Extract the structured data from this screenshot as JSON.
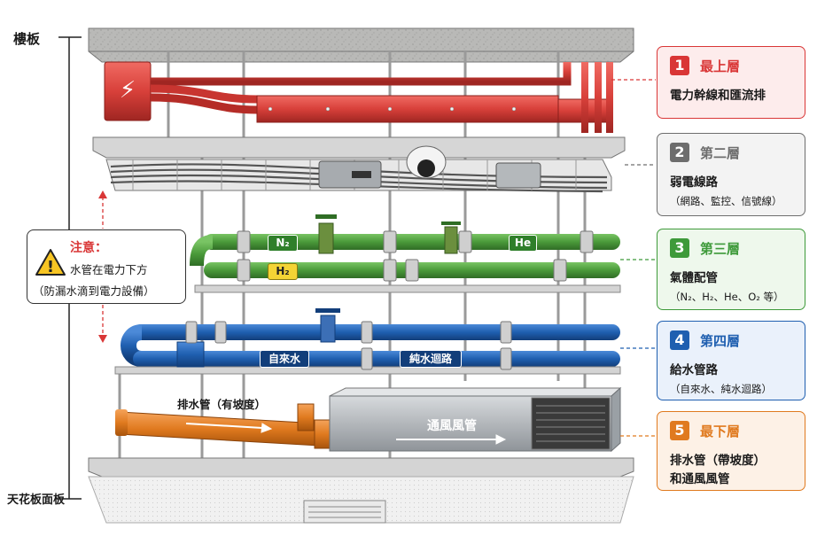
{
  "left_labels": {
    "floor_slab": "樓板",
    "ceiling_panel": "天花板面板"
  },
  "warning": {
    "title": "注意：",
    "line1": "水管在電力下方",
    "line2": "（防漏水滴到電力設備）"
  },
  "layers": [
    {
      "number": "1",
      "title": "最上層",
      "desc": "電力幹線和匯流排",
      "sub": "",
      "color": "#d93636",
      "bg": "#fdecec"
    },
    {
      "number": "2",
      "title": "第二層",
      "desc": "弱電線路",
      "sub": "（網路、監控、信號線）",
      "color": "#6d6d6d",
      "bg": "#f3f3f3"
    },
    {
      "number": "3",
      "title": "第三層",
      "desc": "氣體配管",
      "sub": "（N₂、H₂、He、O₂ 等）",
      "color": "#3e9a3a",
      "bg": "#eef8ec"
    },
    {
      "number": "4",
      "title": "第四層",
      "desc": "給水管路",
      "sub": "（自來水、純水迴路）",
      "color": "#1f5fb0",
      "bg": "#eaf1fb"
    },
    {
      "number": "5",
      "title": "最下層",
      "desc": "排水管（帶坡度）",
      "sub": "和通風風管",
      "color": "#e07a1f",
      "bg": "#fdf1e6"
    }
  ],
  "pipe_labels": {
    "n2": "N₂",
    "he": "He",
    "h2": "H₂",
    "tap_water": "自來水",
    "pure_water": "純水迴路",
    "drain": "排水管（有坡度）",
    "duct": "通風風管"
  },
  "colors": {
    "power": "#d8403a",
    "low_voltage": "#6f6f6f",
    "gas": "#4a9a3a",
    "water": "#1f5fb0",
    "drain": "#e07a1f",
    "duct": "#a9adb2"
  },
  "icons": [
    "lightning-icon",
    "warning-icon",
    "camera-icon",
    "valve-icon",
    "arrow-icon"
  ]
}
